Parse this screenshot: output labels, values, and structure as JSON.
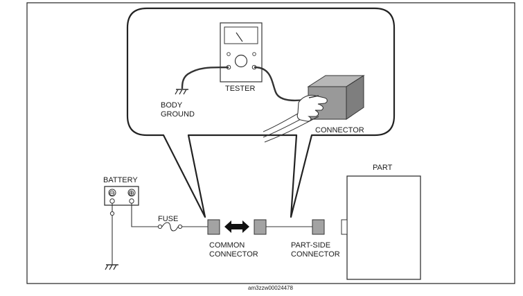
{
  "labels": {
    "tester": "TESTER",
    "body_ground_line1": "BODY",
    "body_ground_line2": "GROUND",
    "connector": "CONNECTOR",
    "battery": "BATTERY",
    "fuse": "FUSE",
    "common_connector_line1": "COMMON",
    "common_connector_line2": "CONNECTOR",
    "part_side_connector_line1": "PART-SIDE",
    "part_side_connector_line2": "CONNECTOR",
    "part": "PART",
    "figure_id": "am3zzw00024478"
  },
  "battery_terminals": {
    "negative": "⊖",
    "positive": "⊕"
  }
}
